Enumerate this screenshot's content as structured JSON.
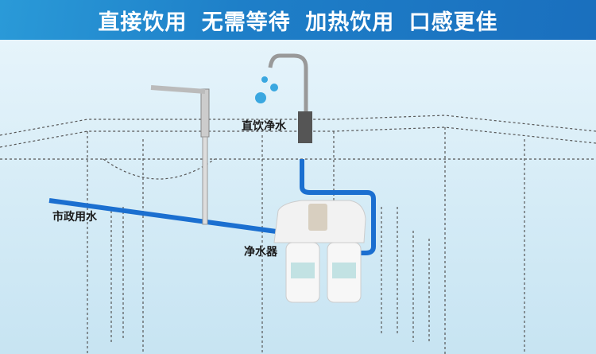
{
  "header": {
    "headline": "直接饮用 无需等待 加热饮用 口感更佳"
  },
  "labels": {
    "municipal_water": "市政用水",
    "direct_drinking": "直饮净水",
    "purifier": "净水器"
  },
  "colors": {
    "header": "#1e7fc8",
    "pipe": "#1b6fd0",
    "background": "#d4ebf6"
  }
}
